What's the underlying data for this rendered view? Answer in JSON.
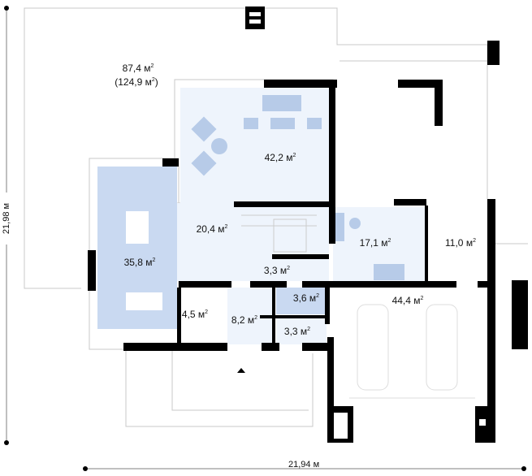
{
  "colors": {
    "wall": "#000000",
    "room_light": "#eef4fc",
    "room_blue": "#c9d9f1",
    "outline": "#c8c8c8",
    "furniture": "#b7cbe8"
  },
  "unit": "м",
  "sup": "2",
  "rooms": {
    "terrace": {
      "area": "87,4 м",
      "area_total": "(124,9 м",
      "close": ")"
    },
    "living": {
      "area": "42,2 м"
    },
    "dining": {
      "area": "35,8 м"
    },
    "hall": {
      "area": "20,4 м"
    },
    "office": {
      "area": "17,1 м"
    },
    "utility": {
      "area": "11,0 м"
    },
    "corridor": {
      "area": "3,3 м"
    },
    "wardrobe": {
      "area": "4,5 м"
    },
    "entrance": {
      "area": "8,2 м"
    },
    "bathroom": {
      "area": "3,6 м"
    },
    "vestibule": {
      "area": "3,3 м"
    },
    "garage": {
      "area": "44,4 м"
    }
  },
  "dimensions": {
    "width": "21,94 м",
    "depth": "21,98 м"
  }
}
